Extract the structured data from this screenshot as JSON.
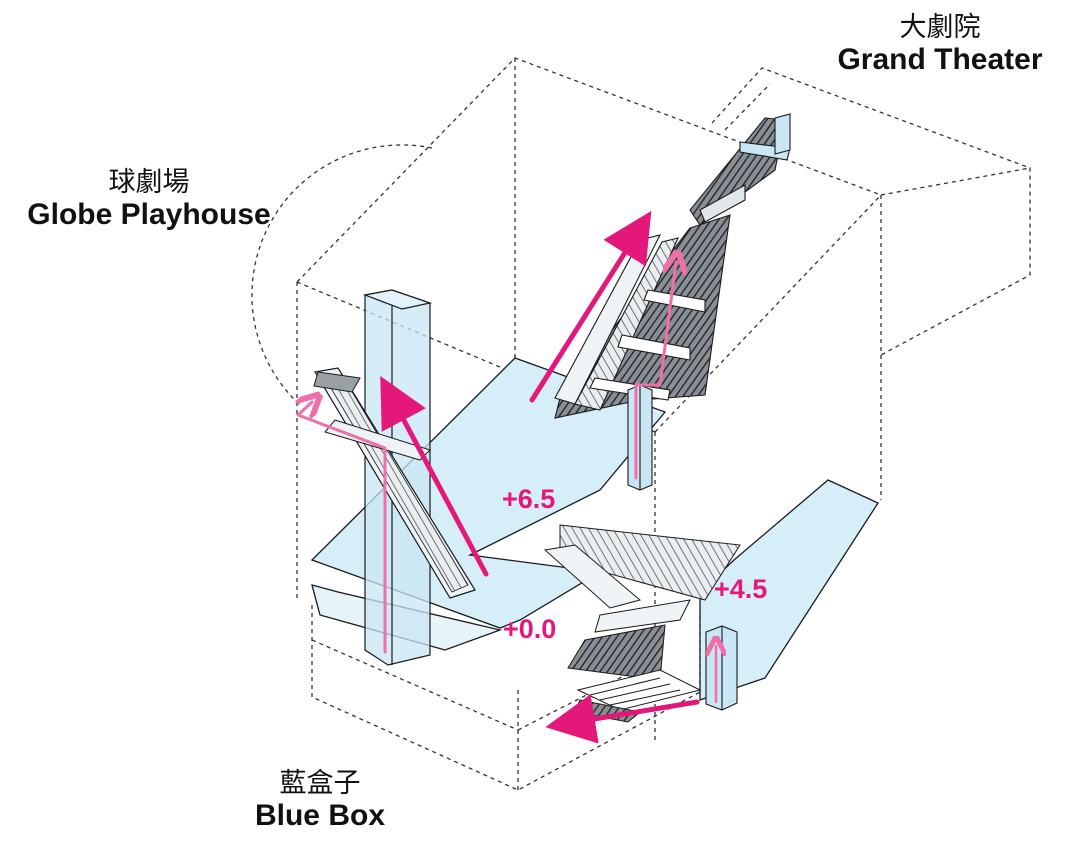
{
  "labels": {
    "grand_theater": {
      "zh": "大劇院",
      "en": "Grand Theater"
    },
    "globe_playhouse": {
      "zh": "球劇場",
      "en": "Globe Playhouse"
    },
    "blue_box": {
      "zh": "藍盒子",
      "en": "Blue Box"
    }
  },
  "levels": {
    "upper": "+6.5",
    "middle": "+4.5",
    "ground": "+0.0"
  },
  "colors": {
    "accent": "#e4187a",
    "accent_light": "#ef6fa8",
    "slab_fill": "#d6eef8",
    "stroke": "#1a1a1a",
    "escalator_dark": "#4b4f55"
  }
}
